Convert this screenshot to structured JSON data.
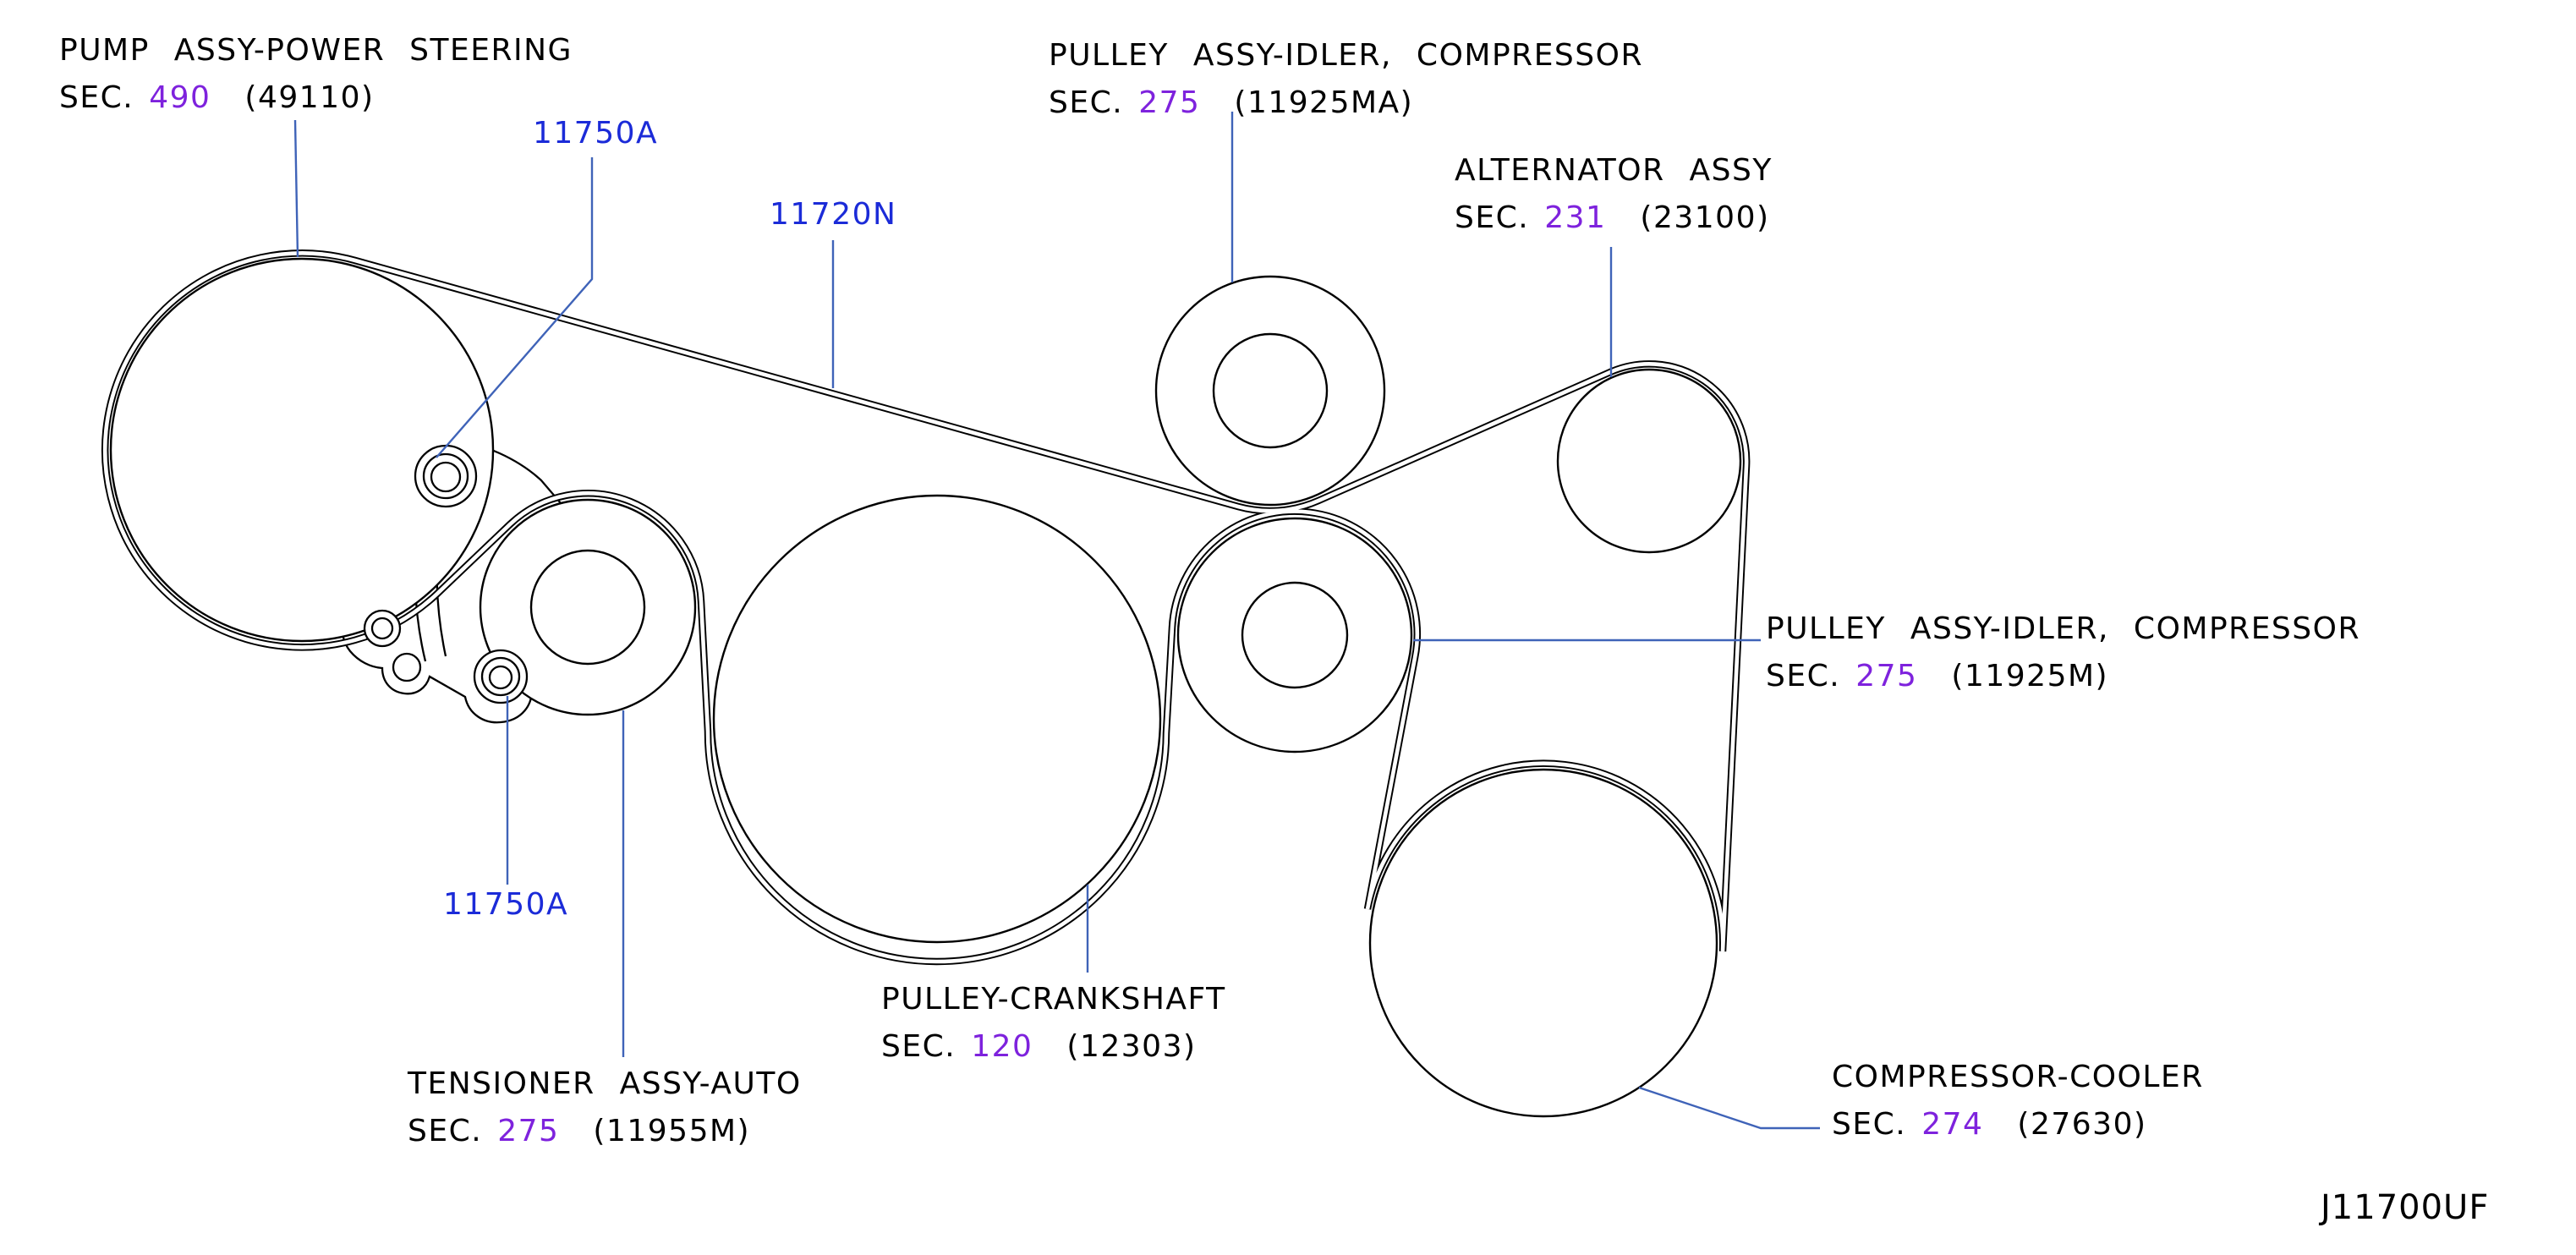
{
  "doc_code": "J11700UF",
  "colors": {
    "background": "#ffffff",
    "line_black": "#000000",
    "callout_blue": "#1b2bd8",
    "leader_blue": "#3f63b8",
    "section_purple": "#7e22dd"
  },
  "labels": {
    "pump": {
      "name": "PUMP  ASSY-POWER  STEERING",
      "sec": "SEC.",
      "sec_num": "490",
      "part": "(49110)"
    },
    "idler_ma": {
      "name": "PULLEY  ASSY-IDLER,  COMPRESSOR",
      "sec": "SEC.",
      "sec_num": "275",
      "part": "(11925MA)"
    },
    "alternator": {
      "name": "ALTERNATOR  ASSY",
      "sec": "SEC.",
      "sec_num": "231",
      "part": "(23100)"
    },
    "idler_m": {
      "name": "PULLEY  ASSY-IDLER,  COMPRESSOR",
      "sec": "SEC.",
      "sec_num": "275",
      "part": "(11925M)"
    },
    "tensioner": {
      "name": "TENSIONER  ASSY-AUTO",
      "sec": "SEC.",
      "sec_num": "275",
      "part": "(11955M)"
    },
    "crankshaft": {
      "name": "PULLEY-CRANKSHAFT",
      "sec": "SEC.",
      "sec_num": "120",
      "part": "(12303)"
    },
    "compressor": {
      "name": "COMPRESSOR-COOLER",
      "sec": "SEC.",
      "sec_num": "274",
      "part": "(27630)"
    }
  },
  "callouts": {
    "belt_code": "11720N",
    "bolt_code_top": "11750A",
    "bolt_code_bottom": "11750A"
  }
}
